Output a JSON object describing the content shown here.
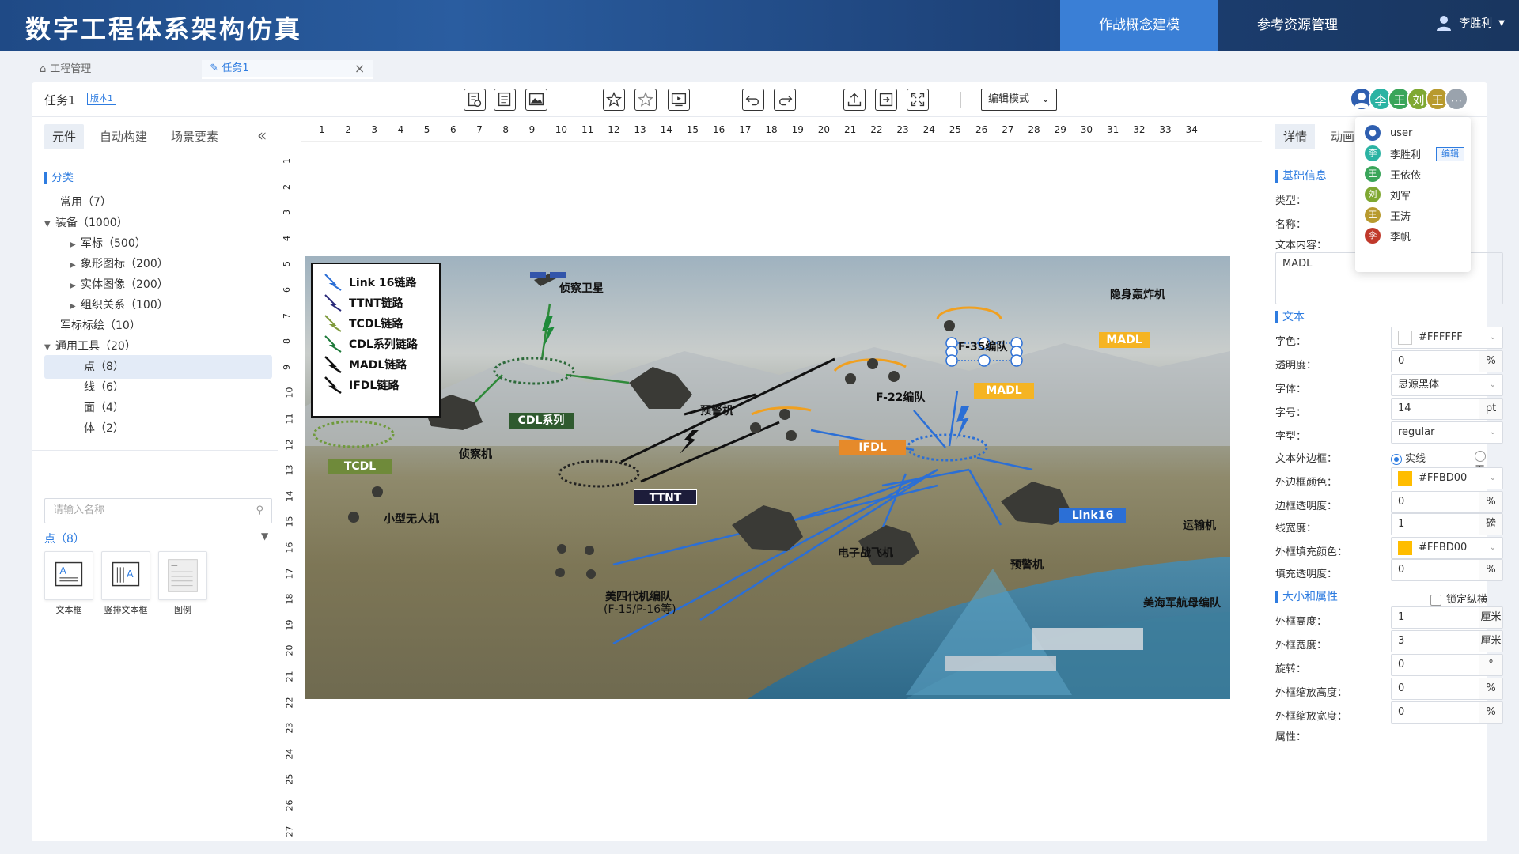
{
  "header": {
    "title": "数字工程体系架构仿真",
    "nav": [
      "作战概念建模",
      "参考资源管理"
    ],
    "user": "李胜利"
  },
  "tabs": [
    {
      "label": "工程管理"
    },
    {
      "label": "任务1"
    }
  ],
  "toolbar": {
    "task_name": "任务1",
    "version": "版本1",
    "mode": "编辑模式"
  },
  "collaborators": [
    {
      "initial": "李",
      "color": "#2f7fd6"
    },
    {
      "initial": "王",
      "color": "#2bb3a3"
    },
    {
      "initial": "刘",
      "color": "#7fa832"
    },
    {
      "initial": "王",
      "color": "#b89a2e"
    }
  ],
  "left": {
    "tabs": [
      "元件",
      "自动构建",
      "场景要素"
    ],
    "section": "分类",
    "tree": [
      {
        "label": "常用（7）"
      },
      {
        "label": "装备（1000）"
      },
      {
        "label": "军标（500）"
      },
      {
        "label": "象形图标（200）"
      },
      {
        "label": "实体图像（200）"
      },
      {
        "label": "组织关系（100）"
      },
      {
        "label": "军标标绘（10）"
      },
      {
        "label": "通用工具（20）"
      },
      {
        "label": "点（8）"
      },
      {
        "label": "线（6）"
      },
      {
        "label": "面（4）"
      },
      {
        "label": "体（2）"
      }
    ],
    "search_placeholder": "请输入名称",
    "point_header": "点（8）",
    "components": [
      "文本框",
      "竖排文本框",
      "图例"
    ]
  },
  "ruler": {
    "h": [
      "1",
      "2",
      "3",
      "4",
      "5",
      "6",
      "7",
      "8",
      "9",
      "10",
      "11",
      "12",
      "13",
      "14",
      "15",
      "16",
      "17",
      "18",
      "19",
      "20",
      "21",
      "22",
      "23",
      "24",
      "25",
      "26",
      "27",
      "28",
      "29",
      "30",
      "31",
      "32",
      "33",
      "34"
    ],
    "v": [
      "1",
      "2",
      "3",
      "4",
      "5",
      "6",
      "7",
      "8",
      "9",
      "10",
      "11",
      "12",
      "13",
      "14",
      "15",
      "16",
      "17",
      "18",
      "19",
      "20",
      "21",
      "22",
      "23",
      "24",
      "25",
      "26",
      "27"
    ]
  },
  "scene": {
    "legend": [
      "Link 16链路",
      "TTNT链路",
      "TCDL链路",
      "CDL系列链路",
      "MADL链路",
      "IFDL链路"
    ],
    "labels": {
      "satellite": "侦察卫星",
      "cdl": "CDL系列",
      "tcdl": "TCDL",
      "recon": "侦察机",
      "awacs1": "预警机",
      "uav": "小型无人机",
      "ttnt": "TTNT",
      "f4": "美四代机编队",
      "f4b": "(F-15/P-16等)",
      "f22": "F-22编队",
      "ifdl": "IFDL",
      "f35": "F-35编队",
      "madl": "MADL",
      "bomber": "隐身轰炸机",
      "madl2": "MADL",
      "link16": "Link16",
      "ew": "电子战飞机",
      "awacs2": "预警机",
      "transport": "运输机",
      "carrier": "美海军航母编队"
    }
  },
  "right": {
    "tabs": [
      "详情",
      "动画"
    ],
    "basic_section": "基础信息",
    "type_label": "类型：",
    "name_label": "名称：",
    "content_label": "文本内容：",
    "content_value": "MADL",
    "text_section": "文本",
    "font_color_label": "字色：",
    "font_color": "#FFFFFF",
    "opacity_label": "透明度：",
    "opacity": "0",
    "font_label": "字体：",
    "font": "思源黑体",
    "size_label": "字号：",
    "size": "14",
    "size_unit": "pt",
    "style_label": "字型：",
    "style": "regular",
    "border_label": "文本外边框：",
    "border_solid": "实线",
    "border_none": "无",
    "border_color_label": "外边框颜色：",
    "border_color": "#FFBD00",
    "border_opacity_label": "边框透明度：",
    "border_opacity": "0",
    "line_width_label": "线宽度：",
    "line_width": "1",
    "line_width_unit": "磅",
    "fill_color_label": "外框填充颜色：",
    "fill_color": "#FFBD00",
    "fill_opacity_label": "填充透明度：",
    "fill_opacity": "0",
    "size_section": "大小和属性",
    "lock_ratio": "锁定纵横比",
    "height_label": "外框高度：",
    "height": "1",
    "height_unit": "厘米",
    "width_label": "外框宽度：",
    "width": "3",
    "width_unit": "厘米",
    "rotate_label": "旋转：",
    "rotate": "0",
    "rotate_unit": "°",
    "scale_h_label": "外框缩放高度：",
    "scale_h": "0",
    "scale_w_label": "外框缩放宽度：",
    "scale_w": "0",
    "attr_label": "属性：",
    "percent": "%"
  },
  "user_menu": {
    "items": [
      {
        "name": "user",
        "initial": "",
        "color": "#2f5fb0"
      },
      {
        "name": "李胜利",
        "initial": "李",
        "color": "#2bb3a3"
      },
      {
        "name": "王依依",
        "initial": "王",
        "color": "#3aa55a"
      },
      {
        "name": "刘军",
        "initial": "刘",
        "color": "#7fa832"
      },
      {
        "name": "王涛",
        "initial": "王",
        "color": "#b89a2e"
      },
      {
        "name": "李帆",
        "initial": "李",
        "color": "#c0392b"
      }
    ],
    "edit_badge": "编辑"
  }
}
